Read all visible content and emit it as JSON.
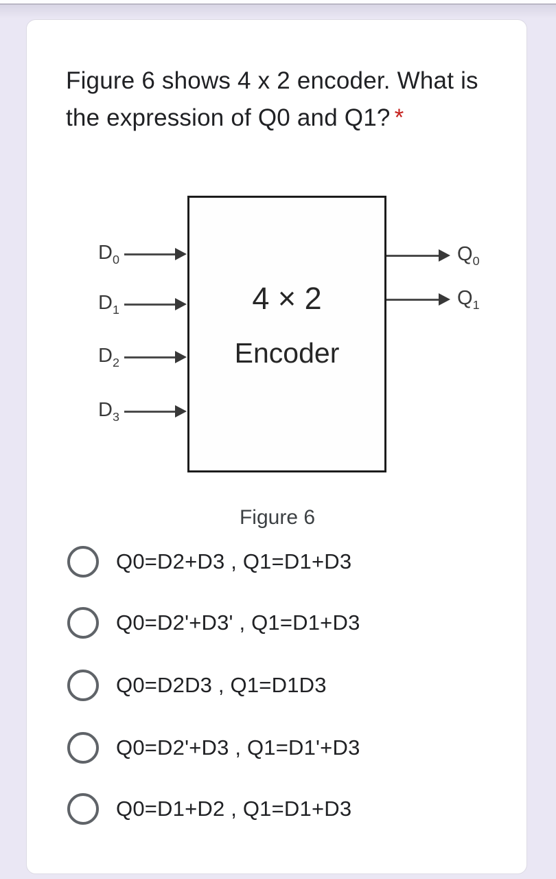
{
  "question": {
    "text": "Figure 6 shows 4 x 2 encoder. What is the expression of Q0 and Q1?",
    "required_marker": "*"
  },
  "figure": {
    "box_title": "4 × 2",
    "box_subtitle": "Encoder",
    "caption": "Figure 6",
    "inputs": [
      {
        "base": "D",
        "sub": "0"
      },
      {
        "base": "D",
        "sub": "1"
      },
      {
        "base": "D",
        "sub": "2"
      },
      {
        "base": "D",
        "sub": "3"
      }
    ],
    "outputs": [
      {
        "base": "Q",
        "sub": "0"
      },
      {
        "base": "Q",
        "sub": "1"
      }
    ]
  },
  "options": [
    {
      "label": "Q0=D2+D3 , Q1=D1+D3"
    },
    {
      "label": "Q0=D2'+D3' , Q1=D1+D3"
    },
    {
      "label": "Q0=D2D3 , Q1=D1D3"
    },
    {
      "label": "Q0=D2'+D3 , Q1=D1'+D3"
    },
    {
      "label": "Q0=D1+D2 , Q1=D1+D3"
    }
  ],
  "colors": {
    "background": "#eae7f4",
    "card": "#ffffff",
    "required": "#c5221f",
    "radio_border": "#5f6368",
    "text": "#202124"
  }
}
